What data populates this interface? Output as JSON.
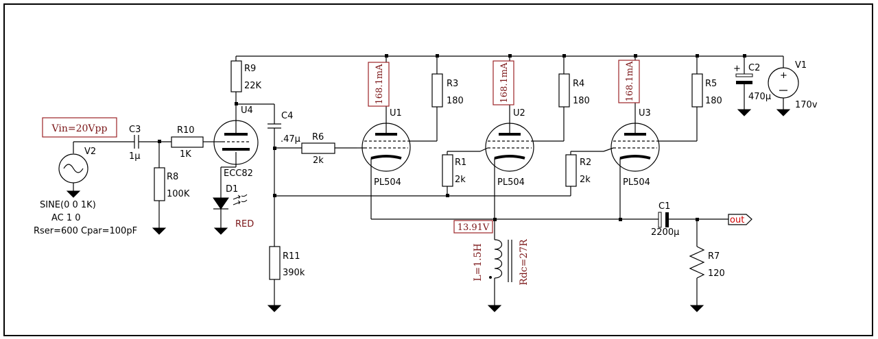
{
  "components": {
    "v2": {
      "ref": "V2",
      "spec": [
        "SINE(0 0 1K)",
        "AC 1 0",
        "Rser=600 Cpar=100pF"
      ]
    },
    "c3": {
      "ref": "C3",
      "value": "1µ"
    },
    "r10": {
      "ref": "R10",
      "value": "1K"
    },
    "r8": {
      "ref": "R8",
      "value": "100K"
    },
    "r9": {
      "ref": "R9",
      "value": "22K"
    },
    "u4": {
      "ref": "U4",
      "model": "ECC82"
    },
    "d1": {
      "ref": "D1",
      "model": "RED"
    },
    "c4": {
      "ref": "C4",
      "value": ".47µ"
    },
    "r6": {
      "ref": "R6",
      "value": "2k"
    },
    "r11": {
      "ref": "R11",
      "value": "390k"
    },
    "u1": {
      "ref": "U1",
      "model": "PL504"
    },
    "u2": {
      "ref": "U2",
      "model": "PL504"
    },
    "u3": {
      "ref": "U3",
      "model": "PL504"
    },
    "r3": {
      "ref": "R3",
      "value": "180"
    },
    "r4": {
      "ref": "R4",
      "value": "180"
    },
    "r5": {
      "ref": "R5",
      "value": "180"
    },
    "r1": {
      "ref": "R1",
      "value": "2k"
    },
    "r2": {
      "ref": "R2",
      "value": "2k"
    },
    "c2": {
      "ref": "C2",
      "value": "470µ"
    },
    "v1": {
      "ref": "V1",
      "value": "170v"
    },
    "c1": {
      "ref": "C1",
      "value": "2200µ"
    },
    "r7": {
      "ref": "R7",
      "value": "120"
    }
  },
  "annotations": {
    "vin": "Vin=20Vpp",
    "current_u1": "168.1mA",
    "current_u2": "168.1mA",
    "current_u3": "168.1mA",
    "node_voltage": "13.91V",
    "inductance": "L=1.5H",
    "rdc": "Rdc=27R",
    "output_label": "out"
  }
}
